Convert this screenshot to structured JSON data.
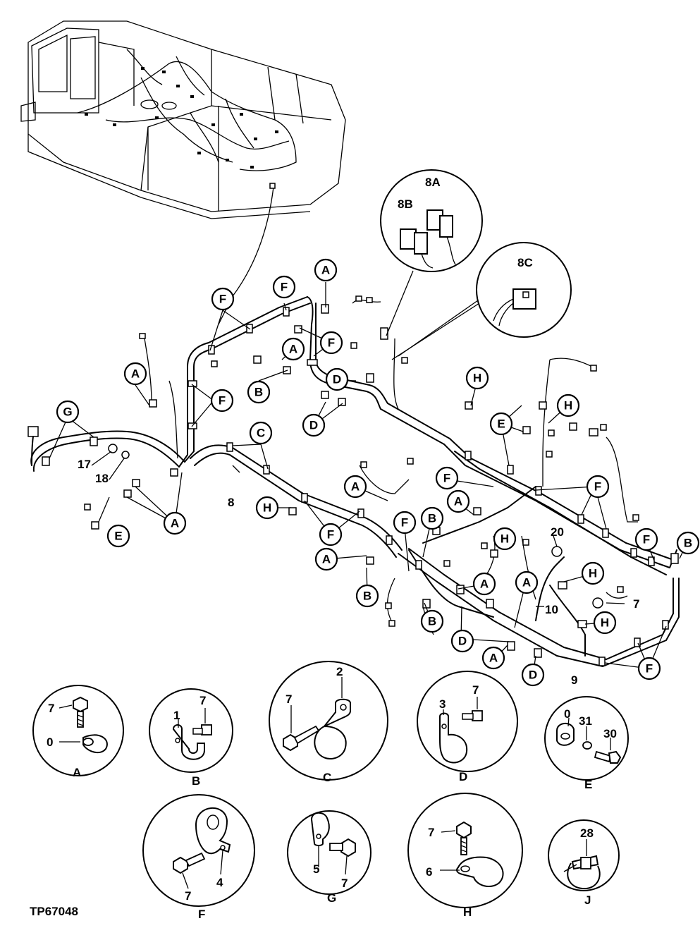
{
  "figure_id": "TP67048",
  "callout_letters": [
    "A",
    "B",
    "C",
    "D",
    "E",
    "F",
    "G",
    "H",
    "J"
  ],
  "part_numbers": {
    "n0": "0",
    "n1": "1",
    "n2": "2",
    "n3": "3",
    "n4": "4",
    "n5": "5",
    "n6": "6",
    "n7": "7",
    "n8": "8",
    "n8a": "8A",
    "n8b": "8B",
    "n8c": "8C",
    "n9": "9",
    "n10": "10",
    "n17": "17",
    "n18": "18",
    "n20": "20",
    "n28": "28",
    "n30": "30",
    "n31": "31"
  },
  "details": {
    "A": {
      "caption": "A",
      "parts": [
        "7",
        "0"
      ]
    },
    "B": {
      "caption": "B",
      "parts": [
        "1",
        "7"
      ]
    },
    "C": {
      "caption": "C",
      "parts": [
        "7",
        "2"
      ]
    },
    "D": {
      "caption": "D",
      "parts": [
        "3",
        "7"
      ]
    },
    "E": {
      "caption": "E",
      "parts": [
        "0",
        "31",
        "30"
      ]
    },
    "F": {
      "caption": "F",
      "parts": [
        "7",
        "4"
      ]
    },
    "G": {
      "caption": "G",
      "parts": [
        "5",
        "7"
      ]
    },
    "H": {
      "caption": "H",
      "parts": [
        "7",
        "6"
      ]
    },
    "J": {
      "caption": "J",
      "parts": [
        "28"
      ]
    }
  },
  "connector_details": {
    "top": {
      "labels": [
        "8B",
        "8A"
      ]
    },
    "right": {
      "labels": [
        "8C"
      ]
    }
  }
}
